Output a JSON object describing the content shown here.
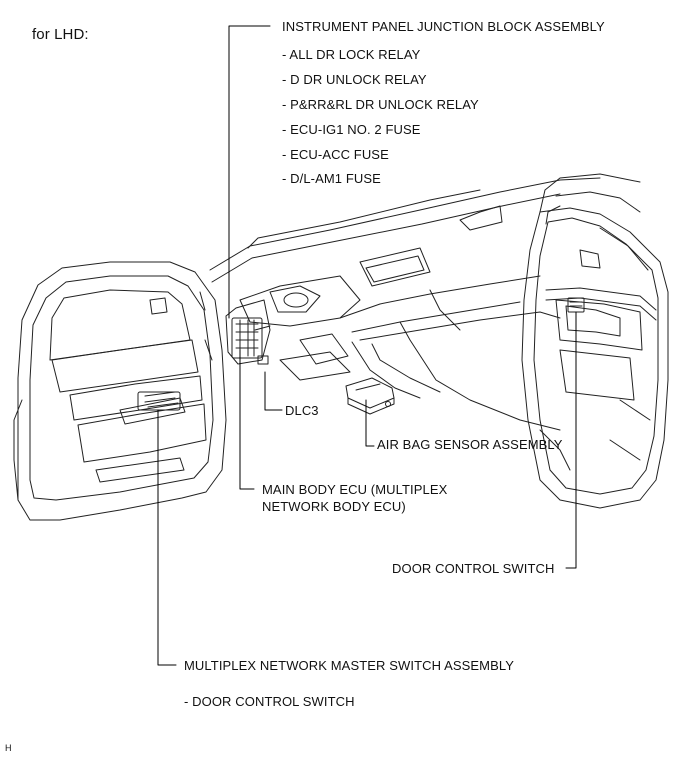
{
  "diagram": {
    "title": "for LHD:",
    "junction_block": {
      "label": "INSTRUMENT PANEL JUNCTION BLOCK ASSEMBLY",
      "items": [
        "- ALL DR LOCK RELAY",
        "- D DR UNLOCK RELAY",
        "- P&RR&RL DR UNLOCK RELAY",
        "- ECU-IG1 NO. 2 FUSE",
        "- ECU-ACC FUSE",
        "- D/L-AM1 FUSE"
      ]
    },
    "dlc3_label": "DLC3",
    "airbag_label": "AIR BAG SENSOR ASSEMBLY",
    "main_body_ecu": {
      "line1": "MAIN BODY ECU (MULTIPLEX",
      "line2": "NETWORK BODY ECU)"
    },
    "door_control_switch_label": "DOOR CONTROL SWITCH",
    "master_switch": {
      "label": "MULTIPLEX NETWORK MASTER SWITCH ASSEMBLY",
      "sub": "- DOOR CONTROL SWITCH"
    },
    "figure_code": "H"
  }
}
